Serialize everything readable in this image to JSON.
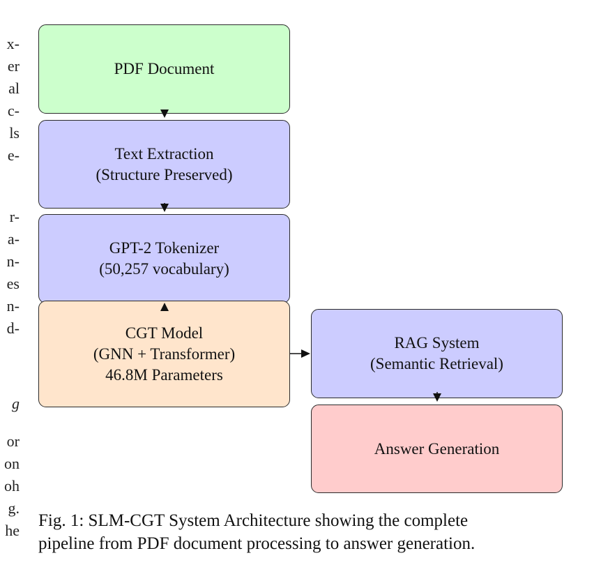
{
  "side_text": [
    "x-",
    "er",
    "al",
    "c-",
    "ls",
    "e-",
    "",
    "r-",
    "a-",
    "n-",
    "es",
    "n-",
    "d-",
    "",
    "g",
    "",
    "or",
    "on",
    "oh",
    "g.",
    "he"
  ],
  "nodes": {
    "pdf": {
      "lines": [
        "PDF Document"
      ],
      "color": "#ccffcc"
    },
    "text": {
      "lines": [
        "Text Extraction",
        "(Structure Preserved)"
      ],
      "color": "#ccccff"
    },
    "tokenizer": {
      "lines": [
        "GPT-2 Tokenizer",
        "(50,257 vocabulary)"
      ],
      "color": "#ccccff"
    },
    "cgt": {
      "lines": [
        "CGT Model",
        "(GNN + Transformer)",
        "46.8M Parameters"
      ],
      "color": "#ffe5cc"
    },
    "rag": {
      "lines": [
        "RAG System",
        "(Semantic Retrieval)"
      ],
      "color": "#ccccff"
    },
    "answer": {
      "lines": [
        "Answer Generation"
      ],
      "color": "#ffcccc"
    }
  },
  "edges": [
    {
      "from": "pdf",
      "to": "text"
    },
    {
      "from": "text",
      "to": "tokenizer"
    },
    {
      "from": "cgt",
      "to": "tokenizer"
    },
    {
      "from": "cgt",
      "to": "rag"
    },
    {
      "from": "rag",
      "to": "answer"
    }
  ],
  "caption": {
    "lines": [
      "Fig. 1: SLM-CGT System Architecture showing the complete",
      "pipeline from PDF document processing to answer generation."
    ]
  }
}
